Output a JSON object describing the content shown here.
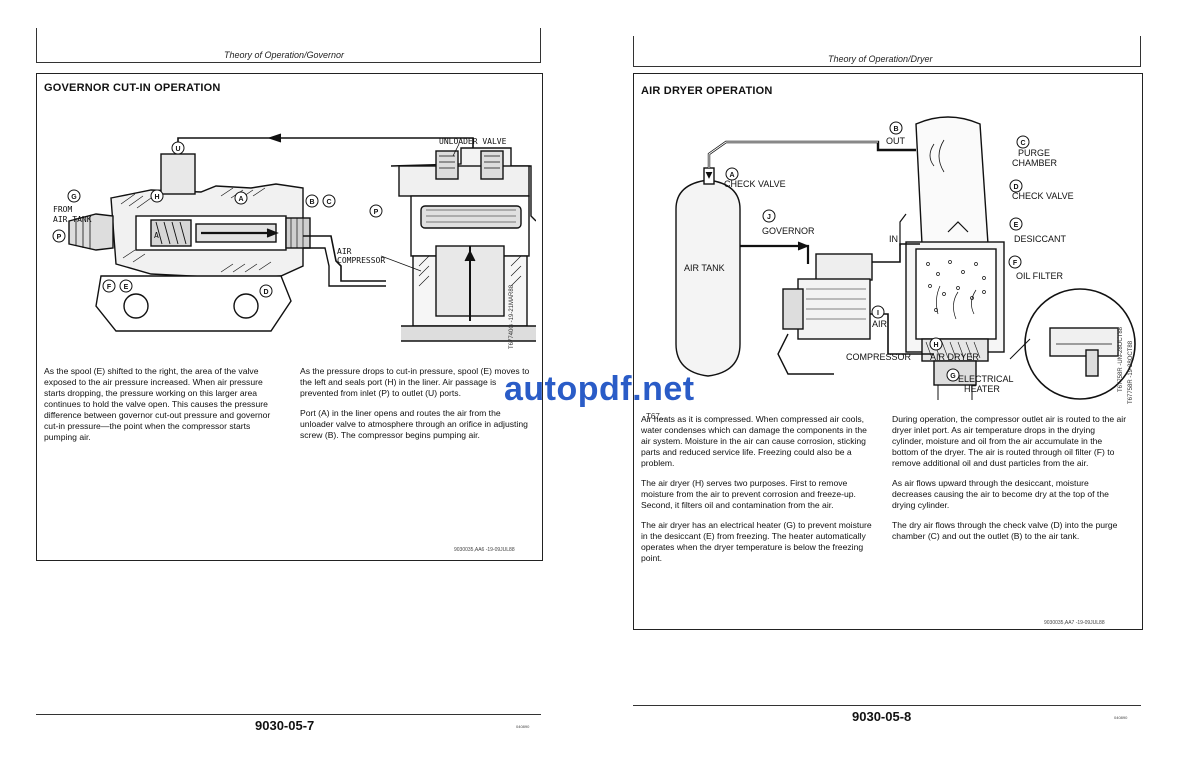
{
  "left_page": {
    "running_head": "Theory of Operation/Governor",
    "title": "GOVERNOR CUT-IN OPERATION",
    "figure": {
      "labels": {
        "unloader_valve": "UNLOADER VALVE",
        "from": "FROM",
        "air_tank": "AIR TANK",
        "air": "AIR",
        "compressor": "COMPRESSOR",
        "inner_a": "A",
        "callouts": [
          "U",
          "H",
          "A",
          "B",
          "C",
          "G",
          "P",
          "F",
          "E",
          "D",
          "P"
        ]
      },
      "side_code": "T67740G  -19-21MAR88"
    },
    "col1": [
      "As the spool (E) shifted to the right, the area of the valve exposed to the air pressure increased. When air pressure starts dropping, the pressure working on this larger area continues to hold the valve open. This causes the pressure difference between governor cut-out pressure and governor cut-in pressure—the point when the compressor starts pumping air."
    ],
    "col2": [
      "As the pressure drops to cut-in pressure, spool (E) moves to the left and seals port (H) in the liner. Air passage is prevented from inlet (P) to outlet (U) ports.",
      "Port (A) in the liner opens and routes the air from the unloader valve to atmosphere through an orifice in adjusting screw (B). The compressor begins pumping air."
    ],
    "doc_code": "9030035,AA6   -19-09JUL88",
    "footer": "9030-05-7",
    "footer_code": "040890"
  },
  "right_page": {
    "running_head": "Theory of Operation/Dryer",
    "title": "AIR DRYER OPERATION",
    "figure": {
      "labels": {
        "out": "OUT",
        "purge": "PURGE",
        "chamber": "CHAMBER",
        "check_valve_a": "CHECK VALVE",
        "check_valve_d": "CHECK VALVE",
        "governor": "GOVERNOR",
        "in": "IN",
        "desiccant": "DESICCANT",
        "air_tank": "AIR TANK",
        "oil_filter": "OIL FILTER",
        "air": "AIR",
        "compressor": "COMPRESSOR",
        "air_dryer": "AIR DRYER",
        "electrical": "ELECTRICAL",
        "heater": "HEATER",
        "callouts": [
          "B",
          "C",
          "A",
          "D",
          "J",
          "E",
          "F",
          "I",
          "H",
          "G"
        ]
      },
      "side_code_a": "T67758R  -UN-28OCT88",
      "side_code_b": "T67758R  -19-28OCT88"
    },
    "tab": "T67...",
    "col1": [
      "Air heats as it is compressed. When compressed air cools, water condenses which can damage the components in the air system. Moisture in the air can cause corrosion, sticking parts and reduced service life. Freezing could also be a problem.",
      "The air dryer (H) serves two purposes. First to remove moisture from the air to prevent corrosion and freeze-up. Second, it filters oil and contamination from the air.",
      "The air dryer has an electrical heater (G) to prevent moisture in the desiccant (E) from freezing. The heater automatically operates when the dryer temperature is below the freezing point."
    ],
    "col2": [
      "During operation, the compressor outlet air is routed to the air dryer inlet port. As air temperature drops in the drying cylinder, moisture and oil from the air accumulate in the bottom of the dryer. The air is routed through oil filter (F) to remove additional oil and dust particles from the air.",
      "As air flows upward through the desiccant, moisture decreases causing the air to become dry at the top of the drying cylinder.",
      "The dry air flows through the check valve (D) into the purge chamber (C) and out the outlet (B) to the air tank."
    ],
    "doc_code": "9030035,AA7   -19-09JUL88",
    "footer": "9030-05-8",
    "footer_code": "040890"
  },
  "watermark": "autopdf.net"
}
